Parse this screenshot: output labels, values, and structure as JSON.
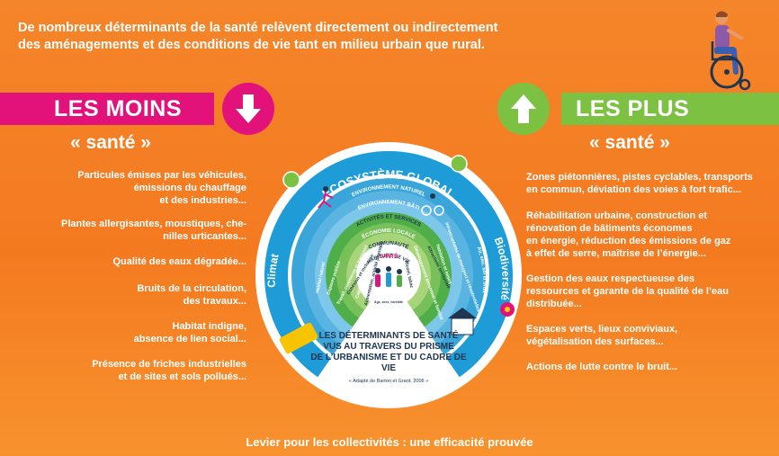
{
  "intro": {
    "line1": "De nombreux déterminants de la santé relèvent directement ou indirectement",
    "line2": "des aménagements et des conditions de vie tant en milieu urbain que rural."
  },
  "left": {
    "title": "LES MOINS",
    "subtitle": "« santé »",
    "color": "#e2127a",
    "items": [
      "Particules émises par les véhicules,\némissions du chauffage\net des industries...",
      "Plantes allergisantes, moustiques, che-\nnilles urticantes...",
      "Qualité des eaux dégradée...",
      "Bruits de la circulation,\ndes travaux...",
      "Habitat indigne,\nabsence de lien social...",
      "Présence de friches industrielles\net de sites et sols pollués..."
    ]
  },
  "right": {
    "title": "LES PLUS",
    "subtitle": "« santé »",
    "color": "#7dc142",
    "items": [
      "Zones piétonnières, pistes cyclables, transports\nen commun, déviation des voies à fort trafic...",
      "Réhabilitation urbaine, construction et\nrénovation de bâtiments économes\nen énergie, réduction des émissions de gaz\nà effet de serre, maîtrise de l’énergie...",
      "Gestion des eaux respectueuse des\nressources et garante de la qualité de l’eau\ndistribuée...",
      "Espaces verts, lieux conviviaux,\nvégétalisation des surfaces...",
      "Actions de lutte contre le bruit..."
    ]
  },
  "wheel": {
    "outer_label": "ÉCOSYSTÈME GLOBAL",
    "climat": "Climat",
    "biodiversite": "Biodiversité",
    "air": "Air, eau, sol et bruit",
    "rings": {
      "environnement_naturel": "ENVIRONNEMENT NATUREL",
      "environnement_bati": "ENVIRONNEMENT BÂTI",
      "activites": "ACTIVITÉS ET SERVICES",
      "economie": "ÉCONOMIE LOCALE",
      "communaute": "COMMUNAUTÉ",
      "habitude": "HABITUDE DE VIE",
      "sante": "SANTÉ"
    },
    "center_sub": "Âge, sexe, hérédité",
    "left_spokes": [
      "Habitat naturel",
      "Espaces publics",
      "Travail, commerce et transport",
      "Cohésion et inclusion",
      "Capital social",
      "Alimentation, activité physique"
    ],
    "right_spokes": [
      "Alcool, tabac",
      "Développement personnel et familial",
      "Attractivité territoriale",
      "Infrastructures de transport et résidentielles",
      "Habitation et loisirs"
    ],
    "caption": [
      "LES DÉTERMINANTS DE SANTÉ",
      "VUS AU TRAVERS DU PRISME",
      "DE L’URBANISME ET DU CADRE DE VIE"
    ],
    "source": "« Adapté de Barton et Grant, 2006 »",
    "colors": {
      "outer": "#1e9cd7",
      "ring_blue": "#3aa5d8",
      "ring_light": "#7cc7ea",
      "ring_green": "#4fae48",
      "ring_lightgreen": "#a8d47a",
      "center": "#ffffff",
      "text_dark": "#1f3550"
    }
  },
  "footer": "Levier pour les collectivités : une efficacité prouvée"
}
